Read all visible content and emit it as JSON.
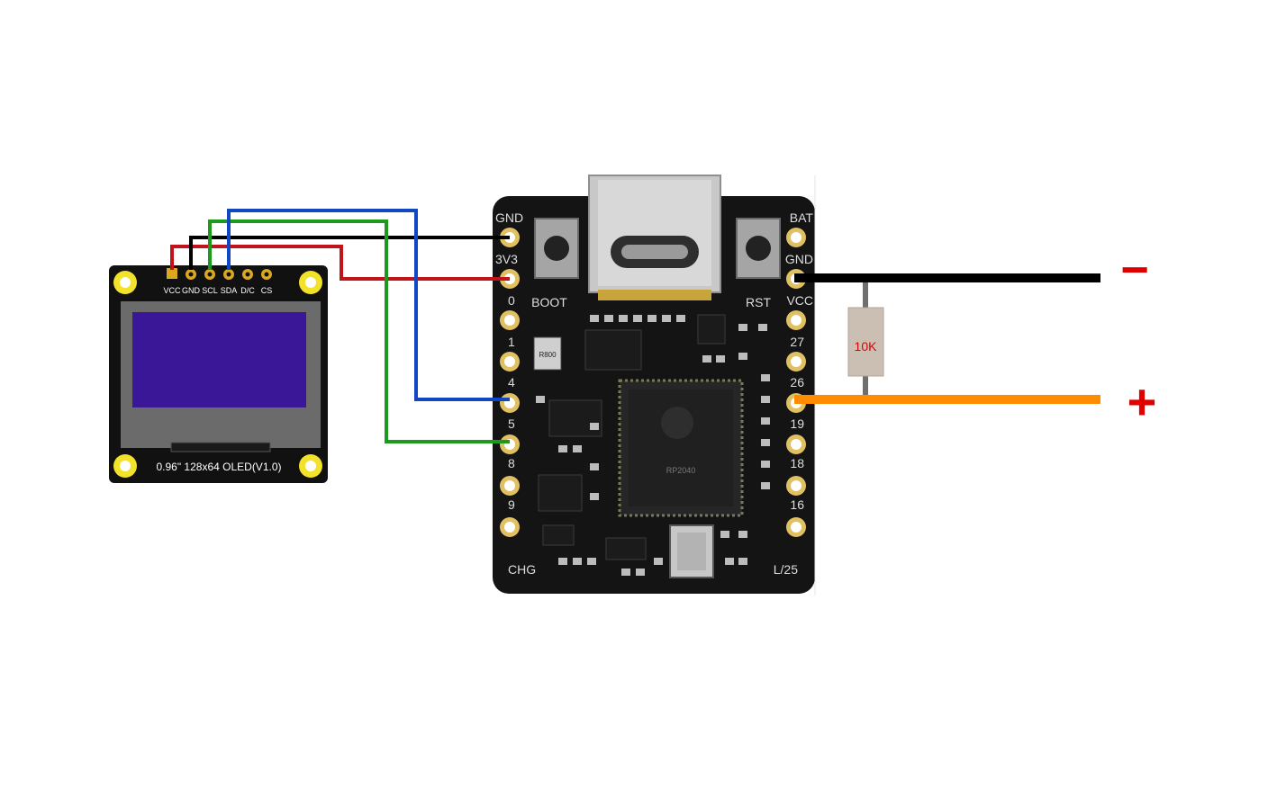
{
  "oled": {
    "pin_labels": [
      "VCC",
      "GND",
      "SCL",
      "SDA",
      "D/C",
      "CS"
    ],
    "caption": "0.96\" 128x64 OLED(V1.0)",
    "screen_color": "#3a1797"
  },
  "board": {
    "left_pins": [
      "GND",
      "3V3",
      "0",
      "1",
      "4",
      "5",
      "8",
      "9"
    ],
    "right_pins": [
      "BAT",
      "GND",
      "VCC",
      "27",
      "26",
      "19",
      "18",
      "16"
    ],
    "buttons": [
      "BOOT",
      "RST"
    ],
    "bottom_labels": [
      "CHG",
      "L/25"
    ],
    "chip_marking": [
      "RP2040",
      "...",
      "...",
      "..."
    ],
    "resistor_code": "R800"
  },
  "resistor": {
    "label": "10K"
  },
  "terminals": {
    "negative": "−",
    "positive": "+"
  },
  "wire_colors": {
    "vcc": "#c0141a",
    "gnd": "#000000",
    "scl": "#1c9a1c",
    "sda": "#1247c4",
    "battery_negative": "#000000",
    "battery_positive": "#ff8c00"
  }
}
